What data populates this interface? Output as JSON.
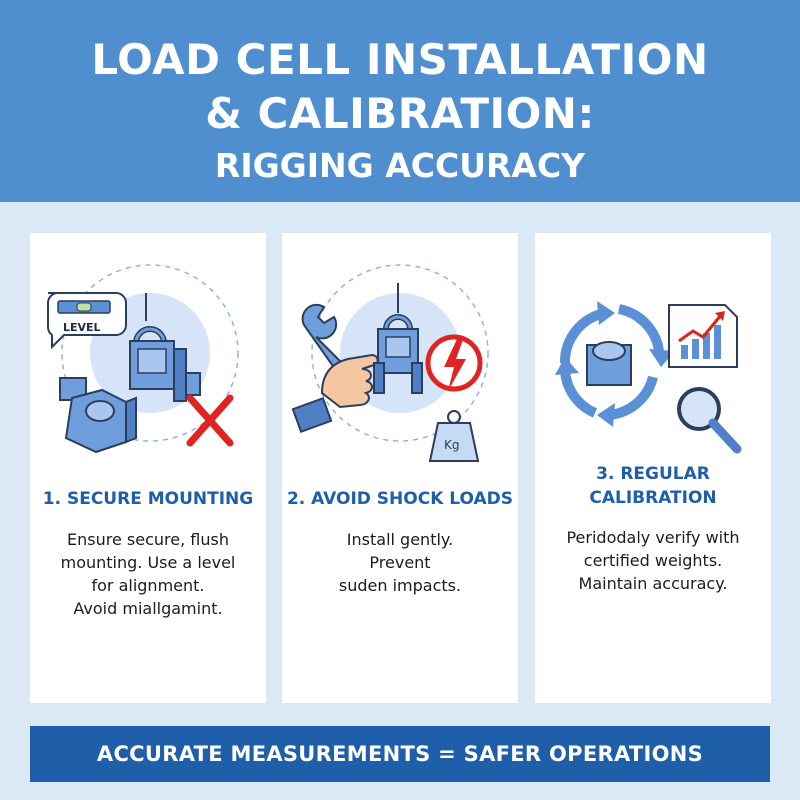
{
  "header": {
    "title_line1": "LOAD CELL INSTALLATION",
    "title_line2": "& CALIBRATION:",
    "subtitle": "RIGGING ACCURACY"
  },
  "colors": {
    "header_bg": "#4f8fd0",
    "page_bg": "#dbe9f6",
    "accent_blue": "#1f5ea8",
    "icon_blue": "#5b8fd6",
    "warning_red": "#e02424",
    "chart_red": "#d7261e"
  },
  "steps": [
    {
      "title": "1. SECURE MOUNTING",
      "description": [
        "Ensure secure, flush",
        "mounting. Use a level",
        "for alignment.",
        "Avoid miallgamint."
      ],
      "icons": [
        "level-icon",
        "load-cell-icon",
        "shackle-icon",
        "red-x-icon"
      ],
      "level_label": "LEVEL"
    },
    {
      "title": "2. AVOID SHOCK LOADS",
      "description": [
        "Install gently.",
        "Prevent",
        "suden impacts."
      ],
      "icons": [
        "wrench-icon",
        "hand-icon",
        "shackle-icon",
        "lightning-warning-icon",
        "weight-icon"
      ],
      "weight_label": "Kg"
    },
    {
      "title_lines": [
        "3. REGULAR",
        "CALIBRATION"
      ],
      "description": [
        "Peridodaly verify with",
        "certified weights.",
        "Maintain accuracy."
      ],
      "icons": [
        "cycle-arrows-icon",
        "load-cell-icon",
        "chart-trend-icon",
        "magnifier-icon"
      ]
    }
  ],
  "footer": {
    "text": "ACCURATE MEASUREMENTS = SAFER OPERATIONS"
  }
}
